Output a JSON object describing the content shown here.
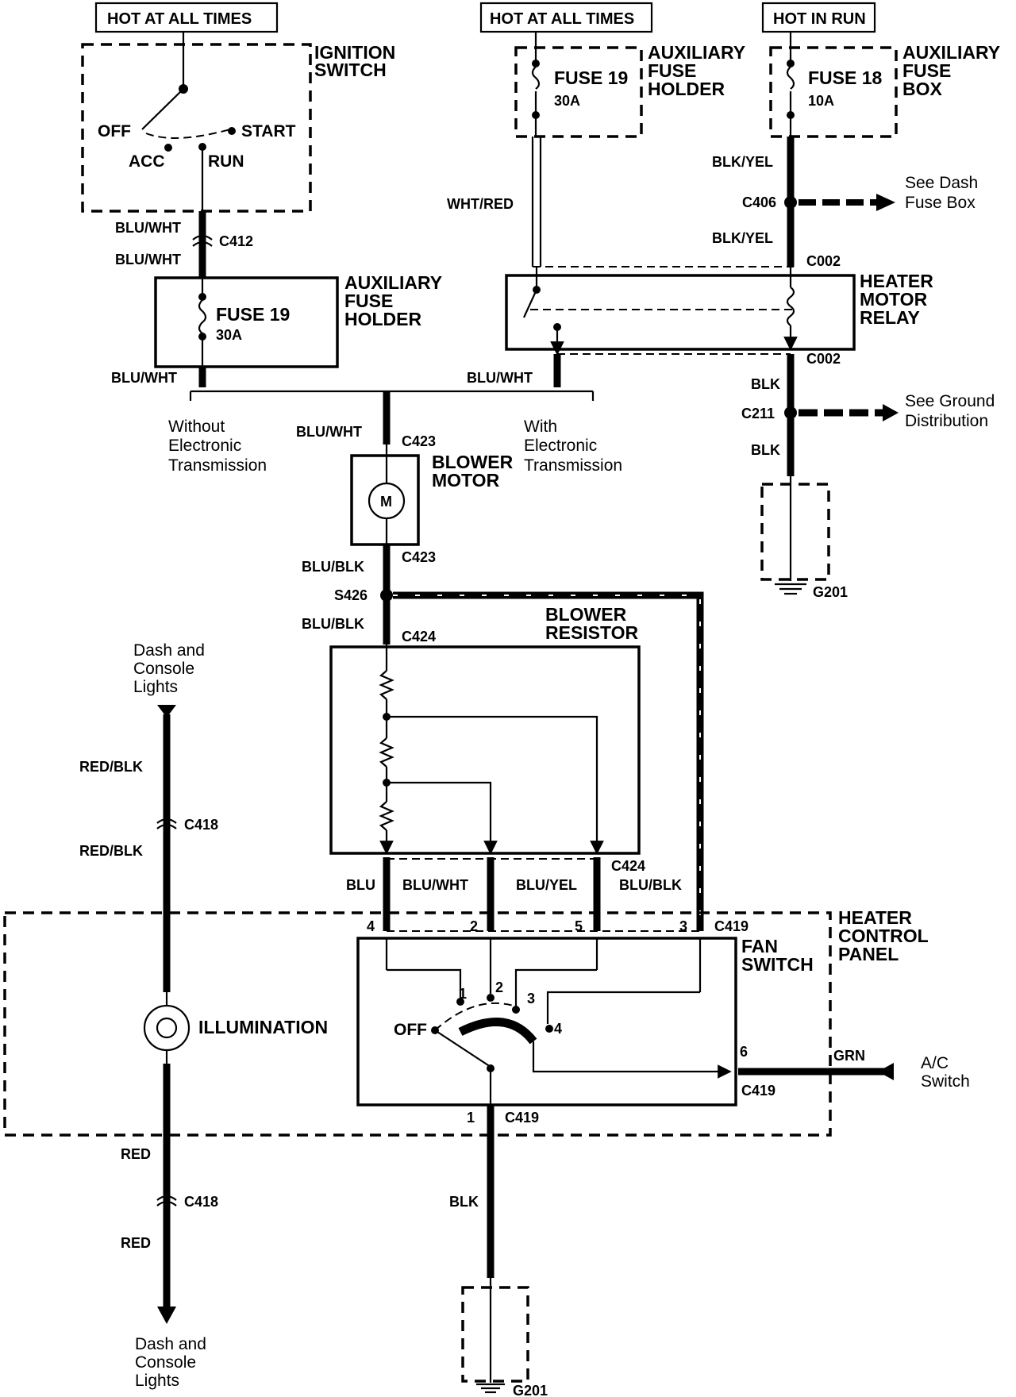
{
  "sources": {
    "hot_at_all_times_1": "HOT AT ALL TIMES",
    "hot_at_all_times_2": "HOT AT ALL TIMES",
    "hot_in_run": "HOT IN RUN"
  },
  "ignition_switch": {
    "title_line1": "IGNITION",
    "title_line2": "SWITCH",
    "off": "OFF",
    "start": "START",
    "acc": "ACC",
    "run": "RUN"
  },
  "aux_fuse_top": {
    "fuse": "FUSE 19",
    "rating": "30A",
    "title_line1": "AUXILIARY",
    "title_line2": "FUSE",
    "title_line3": "HOLDER"
  },
  "aux_fuse_box": {
    "fuse": "FUSE 18",
    "rating": "10A",
    "title_line1": "AUXILIARY",
    "title_line2": "FUSE",
    "title_line3": "BOX"
  },
  "aux_fuse_left": {
    "fuse": "FUSE 19",
    "rating": "30A",
    "title_line1": "AUXILIARY",
    "title_line2": "FUSE",
    "title_line3": "HOLDER"
  },
  "relay": {
    "title_line1": "HEATER",
    "title_line2": "MOTOR",
    "title_line3": "RELAY"
  },
  "blower_motor": {
    "title_line1": "BLOWER",
    "title_line2": "MOTOR",
    "symbol": "M"
  },
  "blower_resistor": {
    "title_line1": "BLOWER",
    "title_line2": "RESISTOR"
  },
  "heater_control_panel": {
    "title_line1": "HEATER",
    "title_line2": "CONTROL",
    "title_line3": "PANEL"
  },
  "fan_switch": {
    "title_line1": "FAN",
    "title_line2": "SWITCH",
    "off": "OFF",
    "pos1": "1",
    "pos2": "2",
    "pos3": "3",
    "pos4": "4"
  },
  "illumination": "ILLUMINATION",
  "wires": {
    "blu_wht_1": "BLU/WHT",
    "blu_wht_2": "BLU/WHT",
    "blu_wht_3": "BLU/WHT",
    "blu_wht_4": "BLU/WHT",
    "blu_wht_5": "BLU/WHT",
    "blu_wht_6": "BLU/WHT",
    "wht_red": "WHT/RED",
    "blk_yel_1": "BLK/YEL",
    "blk_yel_2": "BLK/YEL",
    "blk_1": "BLK",
    "blk_2": "BLK",
    "blk_3": "BLK",
    "blu_blk_1": "BLU/BLK",
    "blu_blk_2": "BLU/BLK",
    "blu_blk_3": "BLU/BLK",
    "blu": "BLU",
    "blu_yel": "BLU/YEL",
    "red_blk_1": "RED/BLK",
    "red_blk_2": "RED/BLK",
    "red_1": "RED",
    "red_2": "RED",
    "grn": "GRN"
  },
  "connectors": {
    "c412": "C412",
    "c406": "C406",
    "c002_top": "C002",
    "c002_bottom": "C002",
    "c211": "C211",
    "c423_top": "C423",
    "c423_bottom": "C423",
    "s426": "S426",
    "c424_top": "C424",
    "c424_bottom": "C424",
    "c419_top": "C419",
    "c419_right": "C419",
    "c419_bottom": "C419",
    "c418_top": "C418",
    "c418_bottom": "C418",
    "g201_right": "G201",
    "g201_bottom": "G201"
  },
  "pins": {
    "p4": "4",
    "p2": "2",
    "p5": "5",
    "p3": "3",
    "p6": "6",
    "p1": "1"
  },
  "notes": {
    "see_dash_1": "See Dash",
    "see_dash_2": "Fuse Box",
    "see_ground_1": "See Ground",
    "see_ground_2": "Distribution",
    "without_1": "Without",
    "without_2": "Electronic",
    "without_3": "Transmission",
    "with_1": "With",
    "with_2": "Electronic",
    "with_3": "Transmission",
    "dash_top_1": "Dash and",
    "dash_top_2": "Console",
    "dash_top_3": "Lights",
    "dash_bot_1": "Dash and",
    "dash_bot_2": "Console",
    "dash_bot_3": "Lights",
    "ac_1": "A/C",
    "ac_2": "Switch"
  }
}
